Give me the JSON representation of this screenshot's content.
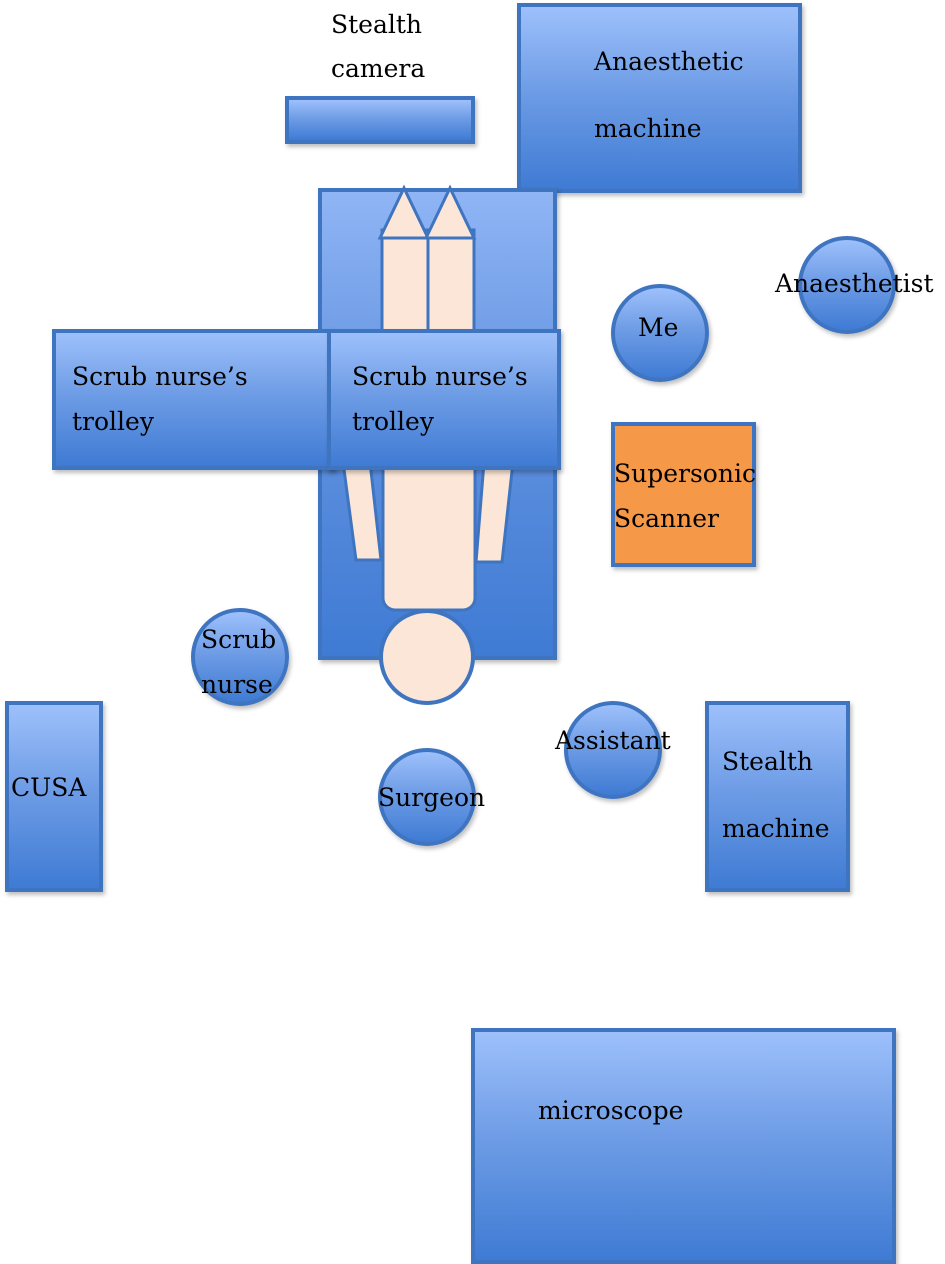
{
  "labels": {
    "stealth_camera": [
      "Stealth",
      "camera"
    ],
    "anaesthetic_machine": [
      "Anaesthetic",
      "machine"
    ],
    "anaesthetist": "Anaesthetist",
    "me": "Me",
    "scrub_trolley_left": [
      "Scrub nurse’s",
      "trolley"
    ],
    "scrub_trolley_right": [
      "Scrub nurse’s",
      "trolley"
    ],
    "supersonic_scanner": [
      "Supersonic",
      "Scanner"
    ],
    "scrub_nurse": [
      "Scrub",
      "nurse"
    ],
    "cusa": "CUSA",
    "surgeon": "Surgeon",
    "assistant": "Assistant",
    "stealth_machine": [
      "Stealth",
      "machine"
    ],
    "microscope": "microscope"
  },
  "colors": {
    "equipment_blue": "#5b8fe0",
    "equipment_border": "#3f74c0",
    "scanner_orange": "#f59847",
    "patient_skin": "#fbe6d7"
  }
}
